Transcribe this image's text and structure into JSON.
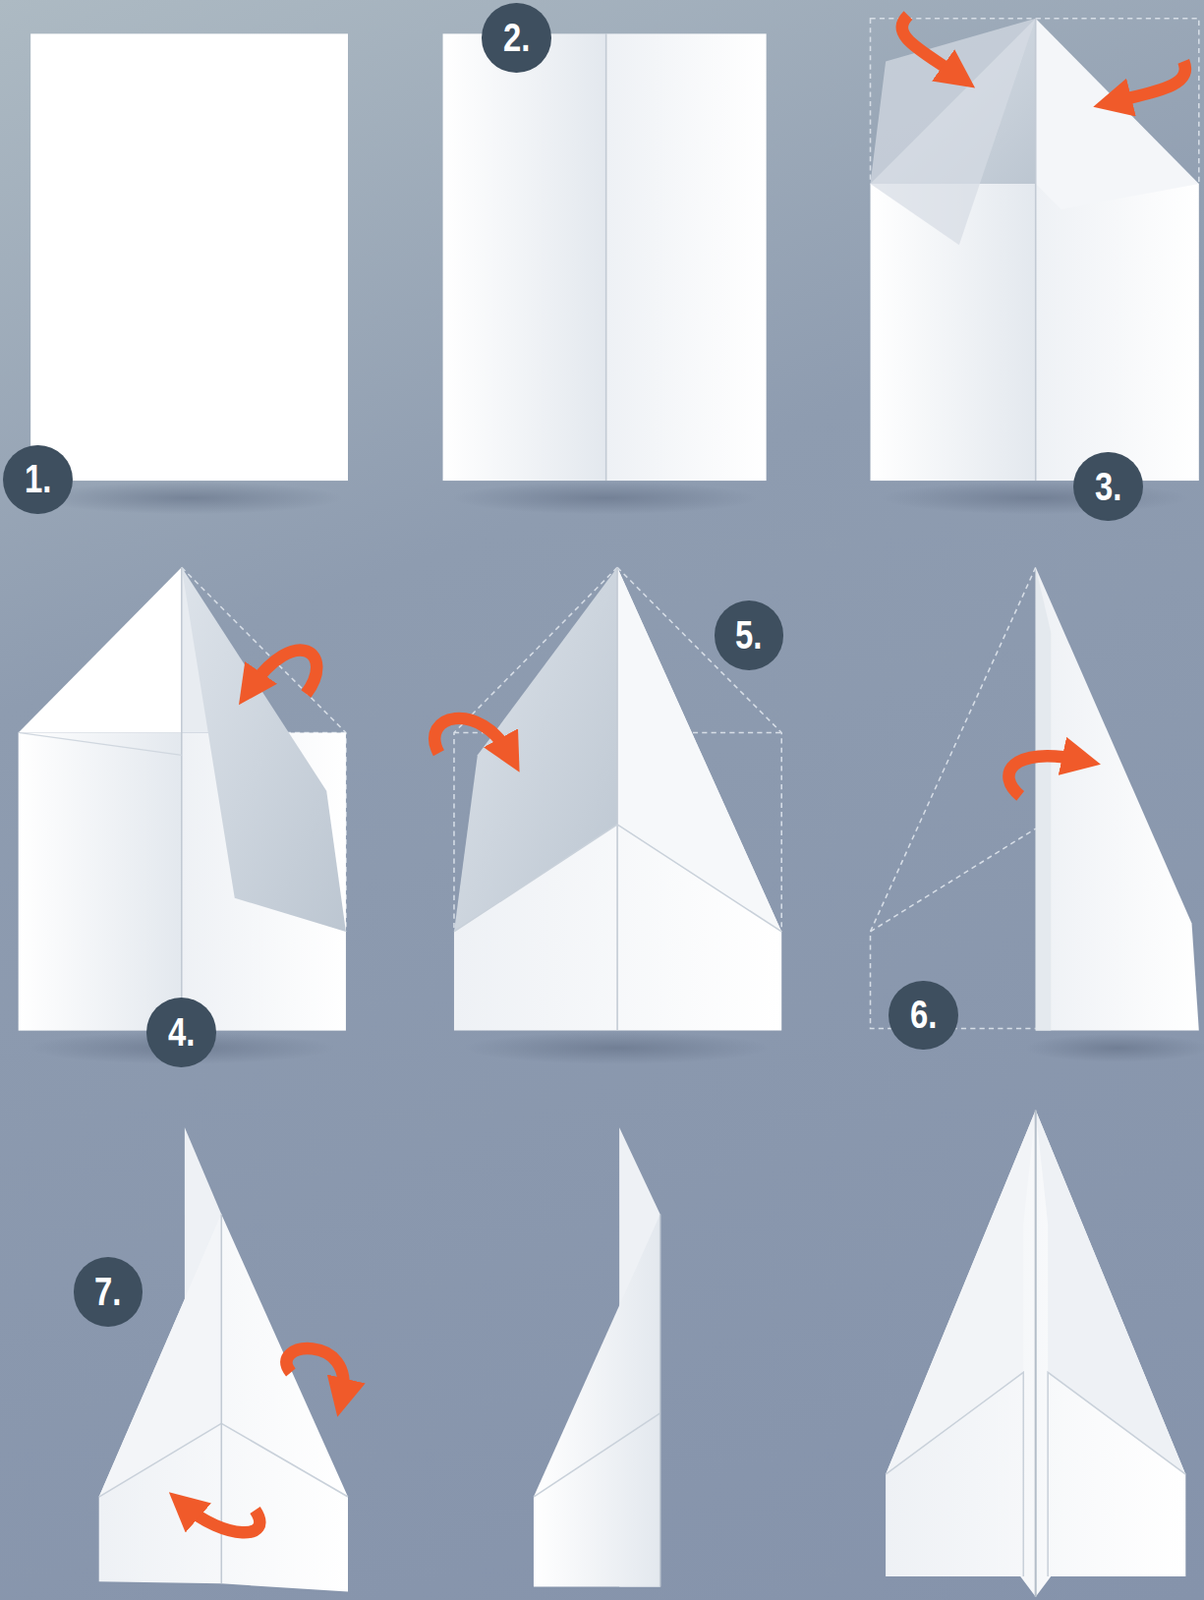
{
  "diagram": {
    "nodes": [
      {
        "text": [
          "1."
        ]
      },
      {
        "text": [
          "2."
        ]
      },
      {
        "text": [
          "3."
        ]
      },
      {
        "text": [
          "4."
        ]
      },
      {
        "text": [
          "5."
        ]
      },
      {
        "text": [
          "6."
        ]
      },
      {
        "text": [
          "7."
        ]
      }
    ]
  }
}
